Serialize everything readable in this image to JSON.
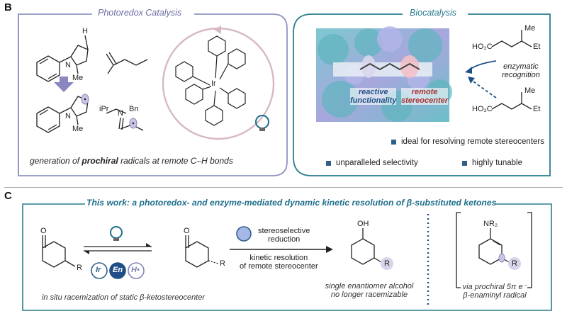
{
  "panel_b": {
    "letter": "B",
    "photoredox": {
      "title": "Photoredox Catalysis",
      "caption_pre": "generation of ",
      "caption_bold": "prochiral",
      "caption_post": " radicals at remote C–H bonds",
      "atoms": {
        "h": "H",
        "n": "N",
        "me": "Me",
        "ipr": "iPr",
        "bn": "Bn",
        "ir": "Ir"
      }
    },
    "biocatalysis": {
      "title": "Biocatalysis",
      "label_reactive": "reactive\nfunctionality",
      "label_remote": "remote\nstereocenter",
      "recognition": "enzymatic\nrecognition",
      "atoms": {
        "me": "Me",
        "et": "Et",
        "ho2c": "HO₂C"
      },
      "bullets": [
        "ideal for resolving remote stereocenters",
        "unparalleled selectivity",
        "highly tunable"
      ]
    }
  },
  "panel_c": {
    "letter": "C",
    "title": "This work: a photoredox- and enzyme-mediated dynamic kinetic resolution of β-substituted ketones",
    "caption_left": "in situ racemization of static β-ketostereocenter",
    "catalysts": [
      "Ir",
      "En",
      "H•"
    ],
    "arrow_top": "stereoselective\nreduction",
    "arrow_bottom": "kinetic resolution\nof remote stereocenter",
    "caption_mid": "single enantiomer alcohol\nno longer racemizable",
    "caption_right": "via prochiral 5π e⁻\nβ-enaminyl radical",
    "atoms": {
      "o": "O",
      "oh": "OH",
      "r": "R",
      "nr2": "NR₂"
    }
  },
  "colors": {
    "photoredox": "#7f85b8",
    "bio": "#2a7d8f",
    "accent_purple": "#8c86c0",
    "pink_circle": "#d8b8c6"
  }
}
